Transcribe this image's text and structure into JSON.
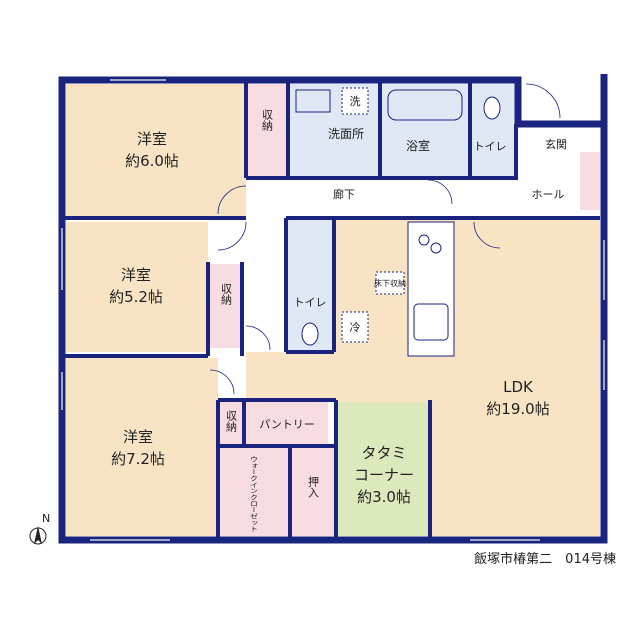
{
  "rooms": {
    "yoshitsu1": {
      "name": "洋室",
      "size": "約6.0帖"
    },
    "yoshitsu2": {
      "name": "洋室",
      "size": "約5.2帖"
    },
    "yoshitsu3": {
      "name": "洋室",
      "size": "約7.2帖"
    },
    "shuno1": "収納",
    "shuno2": "収納",
    "shuno3": "収納",
    "senmenjo": "洗面所",
    "sen": "洗",
    "yokushitsu": "浴室",
    "toilet1": "トイレ",
    "toilet2": "トイレ",
    "genkan": "玄関",
    "rouka": "廊下",
    "hall": "ホール",
    "yukashita": "床下収納",
    "rei": "冷",
    "ldk": {
      "name": "LDK",
      "size": "約19.0帖"
    },
    "pantry": "パントリー",
    "oshiire": "押入",
    "walkin": "ウォークインクローゼット",
    "tatami": {
      "line1": "タタミ",
      "line2": "コーナー",
      "size": "約3.0帖"
    }
  },
  "caption": "飯塚市椿第二　014号棟",
  "compass": "N",
  "colors": {
    "wall": "#1a237e",
    "western_room": "#f8e4c4",
    "storage": "#f7dce2",
    "wet_area": "#dfe8f4",
    "ldk": "#f8e4c4",
    "tatami": "#dce9bc",
    "corridor": "#ffffff"
  }
}
